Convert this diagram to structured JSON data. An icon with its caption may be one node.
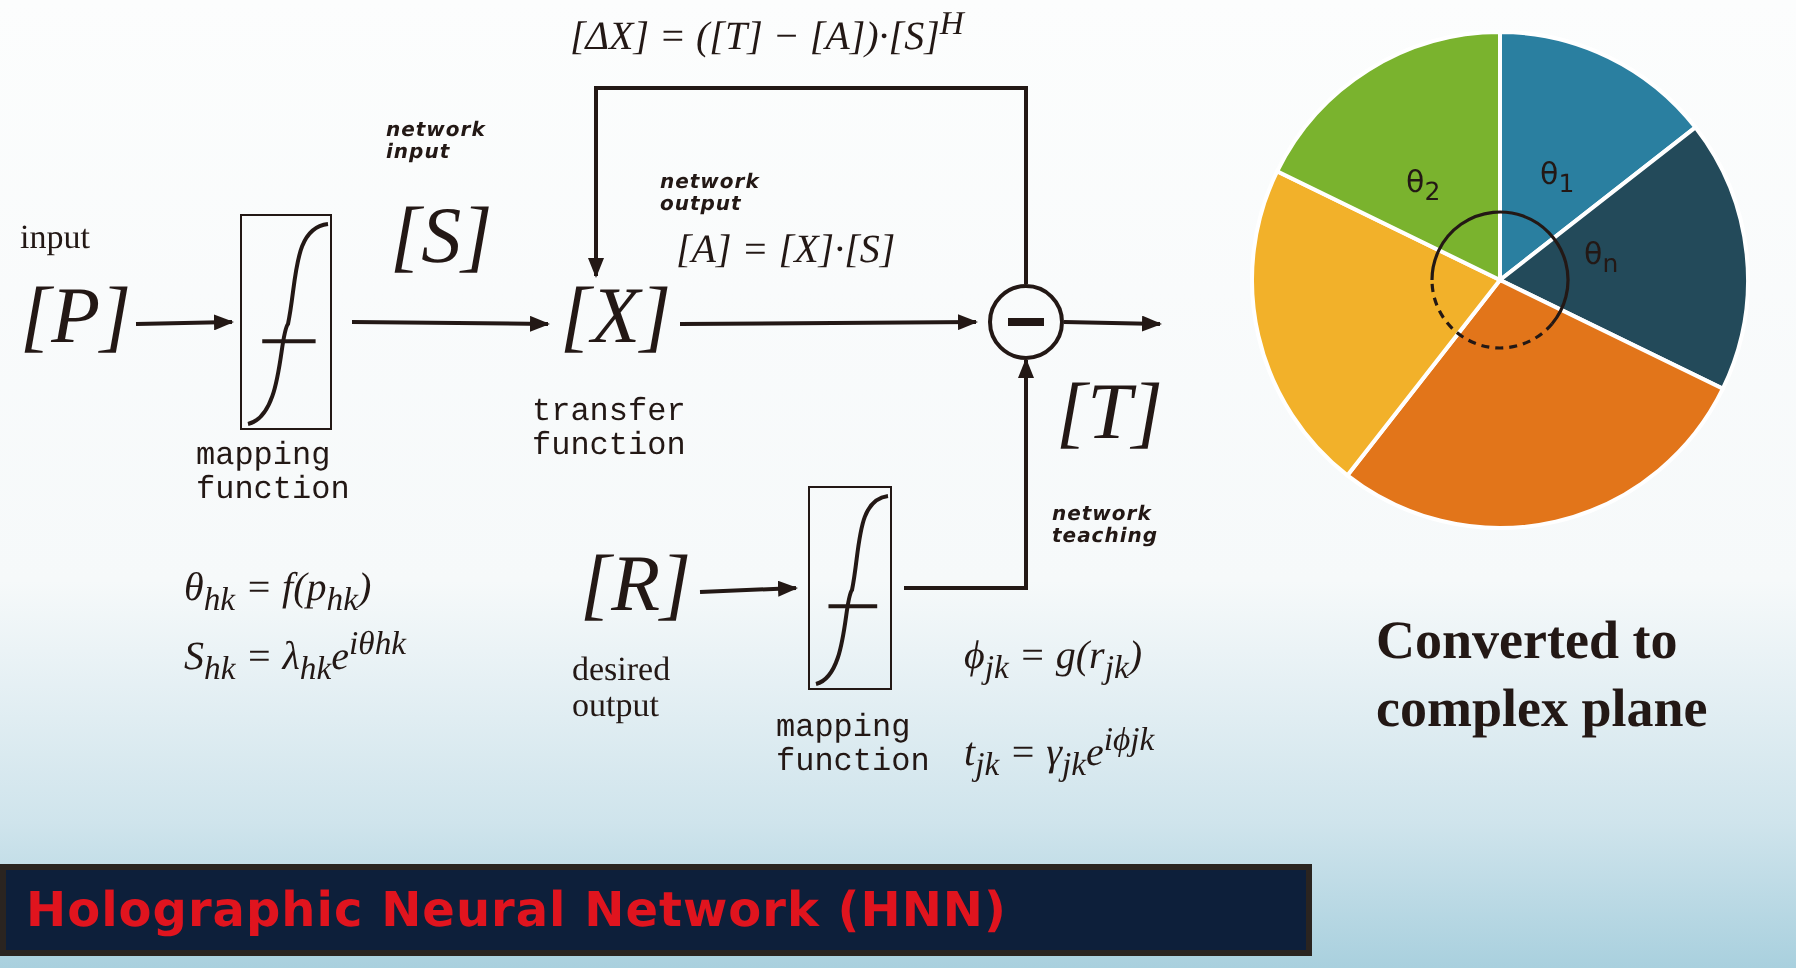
{
  "diagram": {
    "title": "Holographic Neural Network (HNN)",
    "nodes": [
      {
        "text": [
          "[P]"
        ],
        "beside": [
          "input"
        ]
      },
      {
        "text": [],
        "shape": "box",
        "beside": [
          "mapping function"
        ]
      },
      {
        "text": [
          "[X]"
        ],
        "beside": [
          "transfer function"
        ]
      },
      {
        "text": [],
        "shape": "circle"
      },
      {
        "text": [
          "[R]"
        ],
        "beside": [
          "desired output"
        ]
      },
      {
        "text": [],
        "shape": "box",
        "beside": [
          "mapping function"
        ]
      }
    ],
    "edges": [
      {
        "from": 0,
        "to": 1,
        "arrow": "to"
      },
      {
        "from": 1,
        "to": 2,
        "arrow": "to",
        "label": "[S]"
      },
      {
        "from": 2,
        "to": 3,
        "arrow": "to",
        "label": "[A] = [X]·[S]"
      },
      {
        "from": 3,
        "to": 2,
        "arrow": "to",
        "label": "[ΔX] = ([T] − [A])·[S]$^{H}$"
      },
      {
        "from": 3,
        "to": null,
        "arrow": "to"
      },
      {
        "from": 4,
        "to": 5,
        "arrow": "to"
      },
      {
        "from": 5,
        "to": 3,
        "arrow": "to",
        "label": "[T]"
      }
    ],
    "labels": [
      "network input",
      "network output",
      "network teaching",
      "θ$_{hk}$ = f(p$_{hk}$)",
      "S$_{hk}$ = λ$_{hk}$e$^{iθhk}$",
      "ϕ$_{jk}$ = g(r$_{jk}$)",
      "t$_{jk}$ = γ$_{jk}$e$^{iϕjk}$",
      "θ$_{2}$",
      "θ$_{1}$",
      "θ$_{n}$",
      "Converted to complex plane"
    ]
  }
}
